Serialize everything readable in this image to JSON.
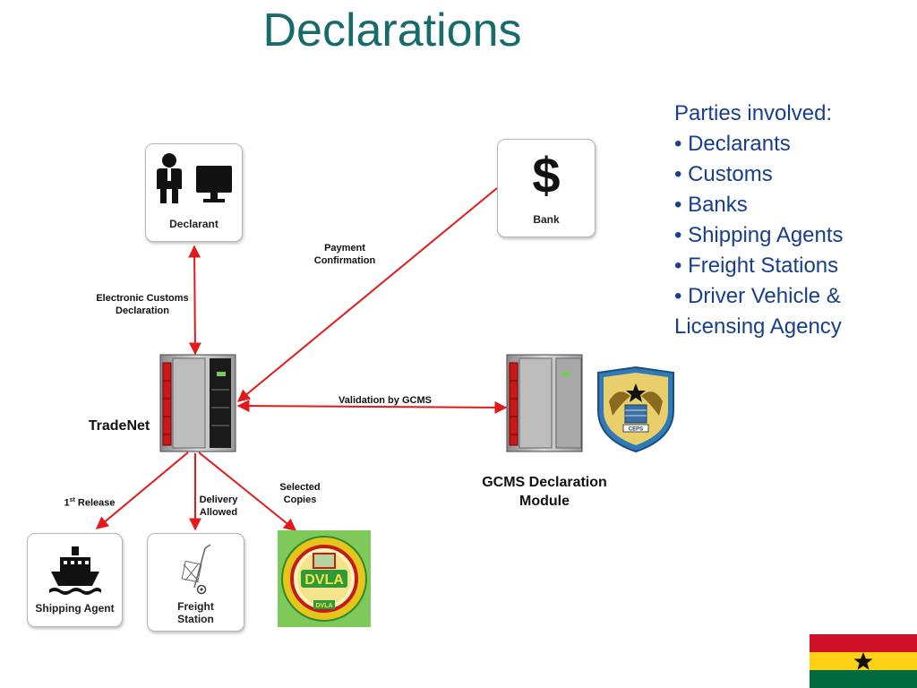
{
  "title": "Declarations",
  "parties": {
    "heading": "Parties involved:",
    "items": [
      "• Declarants",
      "• Customs",
      "• Banks",
      "• Shipping Agents",
      "• Freight Stations",
      "• Driver Vehicle &",
      "Licensing Agency"
    ]
  },
  "nodes": {
    "declarant": "Declarant",
    "bank": "Bank",
    "tradenet": "TradeNet",
    "gcms_line1": "GCMS Declaration",
    "gcms_line2": "Module",
    "shipping_agent": "Shipping Agent",
    "freight_line1": "Freight",
    "freight_line2": "Station",
    "dvla_text": "DVLA",
    "dvla_small": "DVLA",
    "ceps_text": "CEPS",
    "bank_symbol": "$"
  },
  "edges": {
    "payment_line1": "Payment",
    "payment_line2": "Confirmation",
    "ecd_line1": "Electronic Customs",
    "ecd_line2": "Declaration",
    "validation": "Validation by GCMS",
    "release_num": "1",
    "release_sup": "st",
    "release_rest": " Release",
    "delivery_line1": "Delivery",
    "delivery_line2": "Allowed",
    "selected_line1": "Selected",
    "selected_line2": "Copies"
  },
  "colors": {
    "title": "#176b6b",
    "parties_text": "#173f8c",
    "arrow": "#e11b1b",
    "flag_red": "#ce1126",
    "flag_yellow": "#fcd116",
    "flag_green": "#006b3f"
  },
  "icons": [
    "person-icon",
    "computer-monitor-icon",
    "dollar-icon",
    "server-icon",
    "ship-icon",
    "hand-truck-icon",
    "dvla-logo",
    "customs-shield-logo",
    "ghana-flag"
  ]
}
